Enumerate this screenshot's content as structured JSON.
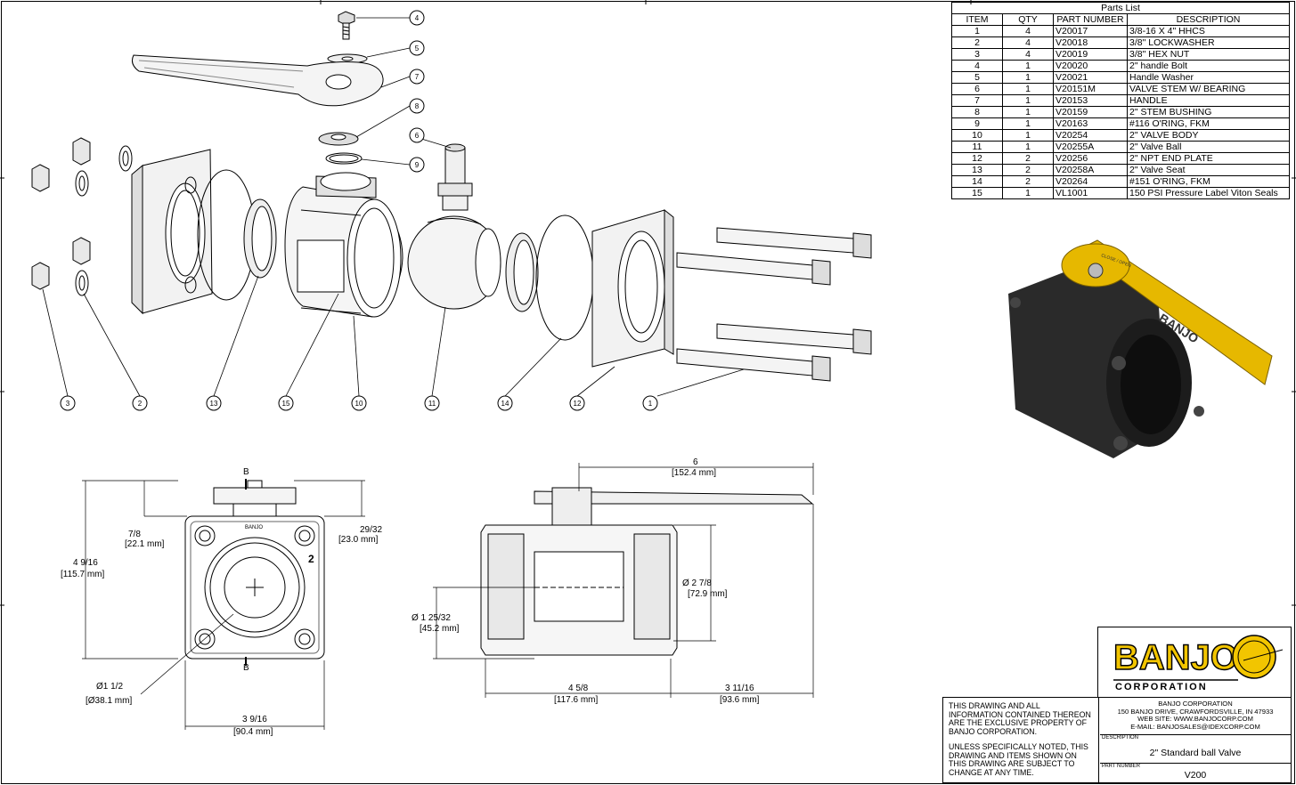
{
  "parts_list": {
    "caption": "Parts List",
    "headers": [
      "ITEM",
      "QTY",
      "PART NUMBER",
      "DESCRIPTION"
    ],
    "rows": [
      [
        "1",
        "4",
        "V20017",
        "3/8-16 X 4\" HHCS"
      ],
      [
        "2",
        "4",
        "V20018",
        "3/8\" LOCKWASHER"
      ],
      [
        "3",
        "4",
        "V20019",
        "3/8\" HEX NUT"
      ],
      [
        "4",
        "1",
        "V20020",
        "2\" handle Bolt"
      ],
      [
        "5",
        "1",
        "V20021",
        "Handle Washer"
      ],
      [
        "6",
        "1",
        "V20151M",
        "VALVE STEM W/ BEARING"
      ],
      [
        "7",
        "1",
        "V20153",
        "HANDLE"
      ],
      [
        "8",
        "1",
        "V20159",
        "2\" STEM BUSHING"
      ],
      [
        "9",
        "1",
        "V20163",
        "#116 O'RING, FKM"
      ],
      [
        "10",
        "1",
        "V20254",
        "2\" VALVE BODY"
      ],
      [
        "11",
        "1",
        "V20255A",
        "2\" Valve Ball"
      ],
      [
        "12",
        "2",
        "V20256",
        "2\" NPT END PLATE"
      ],
      [
        "13",
        "2",
        "V20258A",
        "2\" Valve Seat"
      ],
      [
        "14",
        "2",
        "V20264",
        "#151 O'RING, FKM"
      ],
      [
        "15",
        "1",
        "VL1001",
        "150 PSI Pressure Label Viton Seals"
      ]
    ]
  },
  "balloons": [
    "1",
    "2",
    "3",
    "4",
    "5",
    "6",
    "7",
    "8",
    "9",
    "10",
    "11",
    "12",
    "13",
    "14",
    "15"
  ],
  "front_view": {
    "section_mark": "B",
    "body_text": "BANJO",
    "size_mark": "2",
    "dim_height": "4 9/16",
    "dim_height_mm": "[115.7 mm]",
    "dim_stem": "7/8",
    "dim_stem_mm": "[22.1 mm]",
    "dim_top": "29/32",
    "dim_top_mm": "[23.0 mm]",
    "dim_bore": "Ø1 1/2",
    "dim_bore_mm": "[Ø38.1 mm]",
    "dim_width": "3 9/16",
    "dim_width_mm": "[90.4 mm]"
  },
  "side_view": {
    "dim_handle": "6",
    "dim_handle_mm": "[152.4 mm]",
    "dim_od": "Ø   2 7/8",
    "dim_od_mm": "[72.9 mm]",
    "dim_id": "Ø  1 25/32",
    "dim_id_mm": "[45.2 mm]",
    "dim_length": "4 5/8",
    "dim_length_mm": "[117.6 mm]",
    "dim_center": "3 11/16",
    "dim_center_mm": "[93.6 mm]"
  },
  "render_3d": {
    "handle_text": "BANJO",
    "handle_marks": "CLOSE / OPEN"
  },
  "title_block": {
    "notice_1": "THIS DRAWING AND ALL INFORMATION CONTAINED THEREON ARE THE EXCLUSIVE PROPERTY OF BANJO CORPORATION.",
    "notice_2": "UNLESS SPECIFICALLY NOTED, THIS DRAWING AND ITEMS SHOWN ON THIS DRAWING ARE SUBJECT TO CHANGE AT ANY TIME.",
    "company_name": "BANJO CORPORATION",
    "company_address": "150 BANJO DRIVE, CRAWFORDSVILLE, IN 47933",
    "company_web": "WEB SITE: WWW.BANJOCORP.COM",
    "company_email": "E-MAIL: BANJOSALES@IDEXCORP.COM",
    "desc_label": "DESCRIPTION",
    "description": "2\" Standard ball Valve",
    "part_label": "PART NUMBER",
    "part_number": "V200"
  },
  "logo": {
    "word": "BANJO",
    "sub": "CORPORATION",
    "brand_color": "#f2c500"
  }
}
